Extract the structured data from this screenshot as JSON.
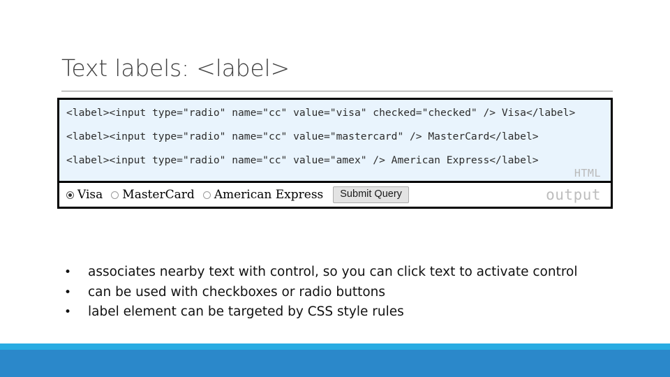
{
  "slide": {
    "title": "Text labels: <label>"
  },
  "code_panel": {
    "language_tag": "HTML",
    "blocks": [
      "<label><input type=\"radio\" name=\"cc\" value=\"visa\" checked=\"checked\" /> Visa</label>",
      "<label><input type=\"radio\" name=\"cc\" value=\"mastercard\" /> MasterCard</label>",
      "<label><input type=\"radio\" name=\"cc\" value=\"amex\" /> American Express</label>"
    ]
  },
  "output_panel": {
    "output_tag": "output",
    "radios": [
      {
        "label": "Visa",
        "checked": true
      },
      {
        "label": "MasterCard",
        "checked": false
      },
      {
        "label": "American Express",
        "checked": false
      }
    ],
    "submit_label": "Submit Query"
  },
  "bullets": {
    "marker": "•",
    "items": [
      "associates nearby text with control, so you can click text to activate control",
      "can be used with checkboxes or radio buttons",
      "label element can be targeted by CSS style rules"
    ]
  },
  "colors": {
    "code_background": "#e9f4fd",
    "frame_border": "#000000",
    "tag_gray": "#bdbdbd",
    "band_light": "#29abe2",
    "band_dark": "#2b88ca",
    "title_gray": "#3f3f3f"
  }
}
